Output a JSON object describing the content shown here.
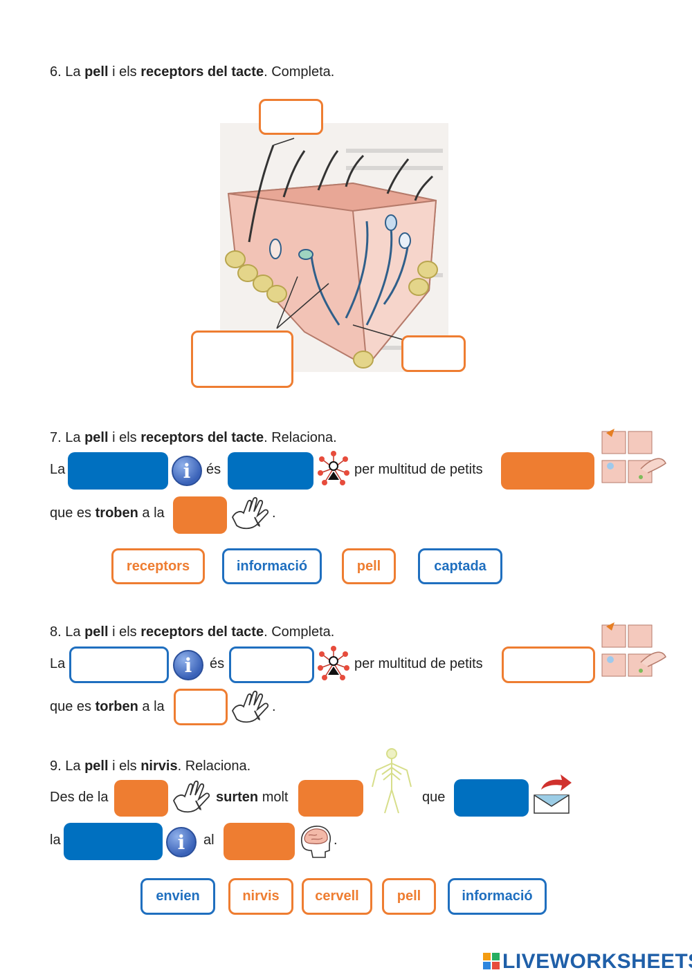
{
  "ex6": {
    "number": "6.",
    "pre": "La",
    "w1": "pell",
    "mid": "i els",
    "w2": "receptors del tacte",
    "post": ". Completa."
  },
  "ex7": {
    "number": "7.",
    "pre": "La",
    "w1": "pell",
    "mid": "i els",
    "w2": "receptors del tacte",
    "post": ". Relaciona.",
    "line1_la": "La",
    "line1_es": "és",
    "line1_tail": "per multitud de petits",
    "line2_pre": "que es",
    "line2_bold": "troben",
    "line2_post": "a la",
    "dot": ".",
    "options": [
      "receptors",
      "informació",
      "pell",
      "captada"
    ]
  },
  "ex8": {
    "number": "8.",
    "pre": "La",
    "w1": "pell",
    "mid": "i els",
    "w2": "receptors del tacte",
    "post": ". Completa.",
    "line1_la": "La",
    "line1_es": "és",
    "line1_tail": "per multitud de petits",
    "line2_pre": "que es",
    "line2_bold": "torben",
    "line2_post": "a la",
    "dot": "."
  },
  "ex9": {
    "number": "9.",
    "pre": "La",
    "w1": "pell",
    "mid": "i els",
    "w2": "nirvis",
    "post": ". Relaciona.",
    "line1_pre": "Des de la",
    "line1_bold": "surten",
    "line1_post": "molt",
    "line1_que": "que",
    "line2_la": "la",
    "line2_al": "al",
    "dot": ".",
    "options": [
      "envien",
      "nirvis",
      "cervell",
      "pell",
      "informació"
    ]
  },
  "icons": {
    "info": "i"
  },
  "brand": {
    "logo": "LIVEWORKSHEETS"
  },
  "colors": {
    "orange": "#ee7d31",
    "blue": "#0070c0"
  }
}
